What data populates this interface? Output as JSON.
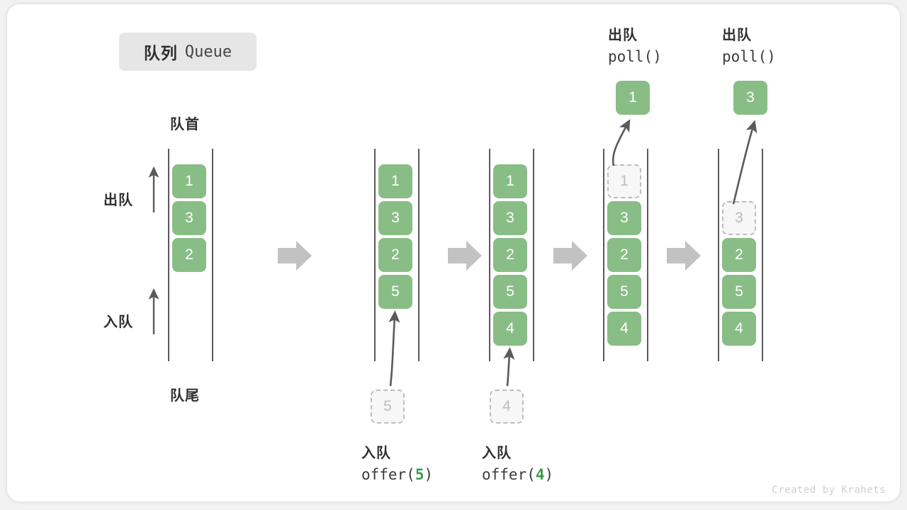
{
  "title": {
    "cn": "队列",
    "en": "Queue"
  },
  "legend": {
    "front": "队首",
    "rear": "队尾",
    "dequeue": "出队",
    "enqueue": "入队"
  },
  "watermark": "Created by Krahets",
  "colors": {
    "element_green": "#89bd86",
    "ghost_fill": "#f7f7f7",
    "ghost_border": "#bdbdbd",
    "rail": "#5a5a5a",
    "flow_arrow": "#c2c2c2",
    "text_dark": "#2f2f2f",
    "code_number_green": "#3e9b4f",
    "badge_bg": "#e6e6e6",
    "watermark": "#cfcfcf"
  },
  "stages": [
    {
      "id": "initial",
      "caption_cn": "",
      "caption_code_prefix": "",
      "caption_code_value": "",
      "caption_code_suffix": "",
      "items": [
        {
          "value": "1",
          "state": "filled"
        },
        {
          "value": "3",
          "state": "filled"
        },
        {
          "value": "2",
          "state": "filled"
        }
      ]
    },
    {
      "id": "offer-5",
      "caption_cn": "入队",
      "caption_code_prefix": "offer(",
      "caption_code_value": "5",
      "caption_code_suffix": ")",
      "incoming_value": "5",
      "items": [
        {
          "value": "1",
          "state": "filled"
        },
        {
          "value": "3",
          "state": "filled"
        },
        {
          "value": "2",
          "state": "filled"
        },
        {
          "value": "5",
          "state": "filled"
        }
      ]
    },
    {
      "id": "offer-4",
      "caption_cn": "入队",
      "caption_code_prefix": "offer(",
      "caption_code_value": "4",
      "caption_code_suffix": ")",
      "incoming_value": "4",
      "items": [
        {
          "value": "1",
          "state": "filled"
        },
        {
          "value": "3",
          "state": "filled"
        },
        {
          "value": "2",
          "state": "filled"
        },
        {
          "value": "5",
          "state": "filled"
        },
        {
          "value": "4",
          "state": "filled"
        }
      ]
    },
    {
      "id": "poll-1",
      "caption_cn": "出队",
      "caption_code_prefix": "poll(",
      "caption_code_value": "",
      "caption_code_suffix": ")",
      "outgoing_value": "1",
      "items": [
        {
          "value": "1",
          "state": "ghost"
        },
        {
          "value": "3",
          "state": "filled"
        },
        {
          "value": "2",
          "state": "filled"
        },
        {
          "value": "5",
          "state": "filled"
        },
        {
          "value": "4",
          "state": "filled"
        }
      ]
    },
    {
      "id": "poll-3",
      "caption_cn": "出队",
      "caption_code_prefix": "poll(",
      "caption_code_value": "",
      "caption_code_suffix": ")",
      "outgoing_value": "3",
      "items": [
        {
          "value": "",
          "state": "empty"
        },
        {
          "value": "3",
          "state": "ghost"
        },
        {
          "value": "2",
          "state": "filled"
        },
        {
          "value": "5",
          "state": "filled"
        },
        {
          "value": "4",
          "state": "filled"
        }
      ]
    }
  ]
}
